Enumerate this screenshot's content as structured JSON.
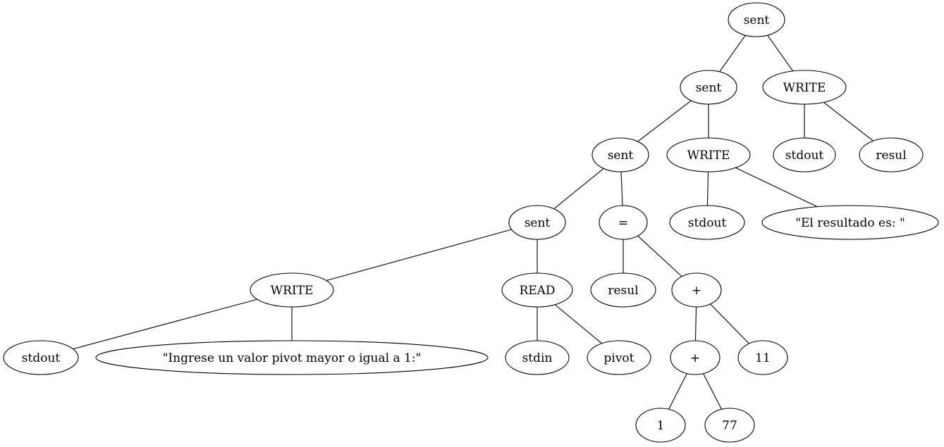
{
  "nodes": [
    {
      "id": "n1",
      "label": "sent"
    },
    {
      "id": "n2",
      "label": "sent"
    },
    {
      "id": "n3",
      "label": "WRITE"
    },
    {
      "id": "n4",
      "label": "sent"
    },
    {
      "id": "n5",
      "label": "WRITE"
    },
    {
      "id": "n6",
      "label": "stdout"
    },
    {
      "id": "n7",
      "label": "resul"
    },
    {
      "id": "n8",
      "label": "sent"
    },
    {
      "id": "n9",
      "label": "="
    },
    {
      "id": "n10",
      "label": "stdout"
    },
    {
      "id": "n11",
      "label": "\"El resultado es: \""
    },
    {
      "id": "n12",
      "label": "WRITE"
    },
    {
      "id": "n13",
      "label": "READ"
    },
    {
      "id": "n14",
      "label": "resul"
    },
    {
      "id": "n15",
      "label": "+"
    },
    {
      "id": "n16",
      "label": "stdout"
    },
    {
      "id": "n17",
      "label": "\"Ingrese un valor pivot mayor o igual a 1:\""
    },
    {
      "id": "n18",
      "label": "stdin"
    },
    {
      "id": "n19",
      "label": "pivot"
    },
    {
      "id": "n20",
      "label": "+"
    },
    {
      "id": "n21",
      "label": "11"
    },
    {
      "id": "n22",
      "label": "1"
    },
    {
      "id": "n23",
      "label": "77"
    }
  ],
  "edges": [
    [
      "n1",
      "n2"
    ],
    [
      "n1",
      "n3"
    ],
    [
      "n2",
      "n4"
    ],
    [
      "n2",
      "n5"
    ],
    [
      "n3",
      "n6"
    ],
    [
      "n3",
      "n7"
    ],
    [
      "n4",
      "n8"
    ],
    [
      "n4",
      "n9"
    ],
    [
      "n5",
      "n10"
    ],
    [
      "n5",
      "n11"
    ],
    [
      "n8",
      "n12"
    ],
    [
      "n8",
      "n13"
    ],
    [
      "n9",
      "n14"
    ],
    [
      "n9",
      "n15"
    ],
    [
      "n12",
      "n16"
    ],
    [
      "n12",
      "n17"
    ],
    [
      "n13",
      "n18"
    ],
    [
      "n13",
      "n19"
    ],
    [
      "n15",
      "n20"
    ],
    [
      "n15",
      "n21"
    ],
    [
      "n20",
      "n22"
    ],
    [
      "n20",
      "n23"
    ]
  ]
}
